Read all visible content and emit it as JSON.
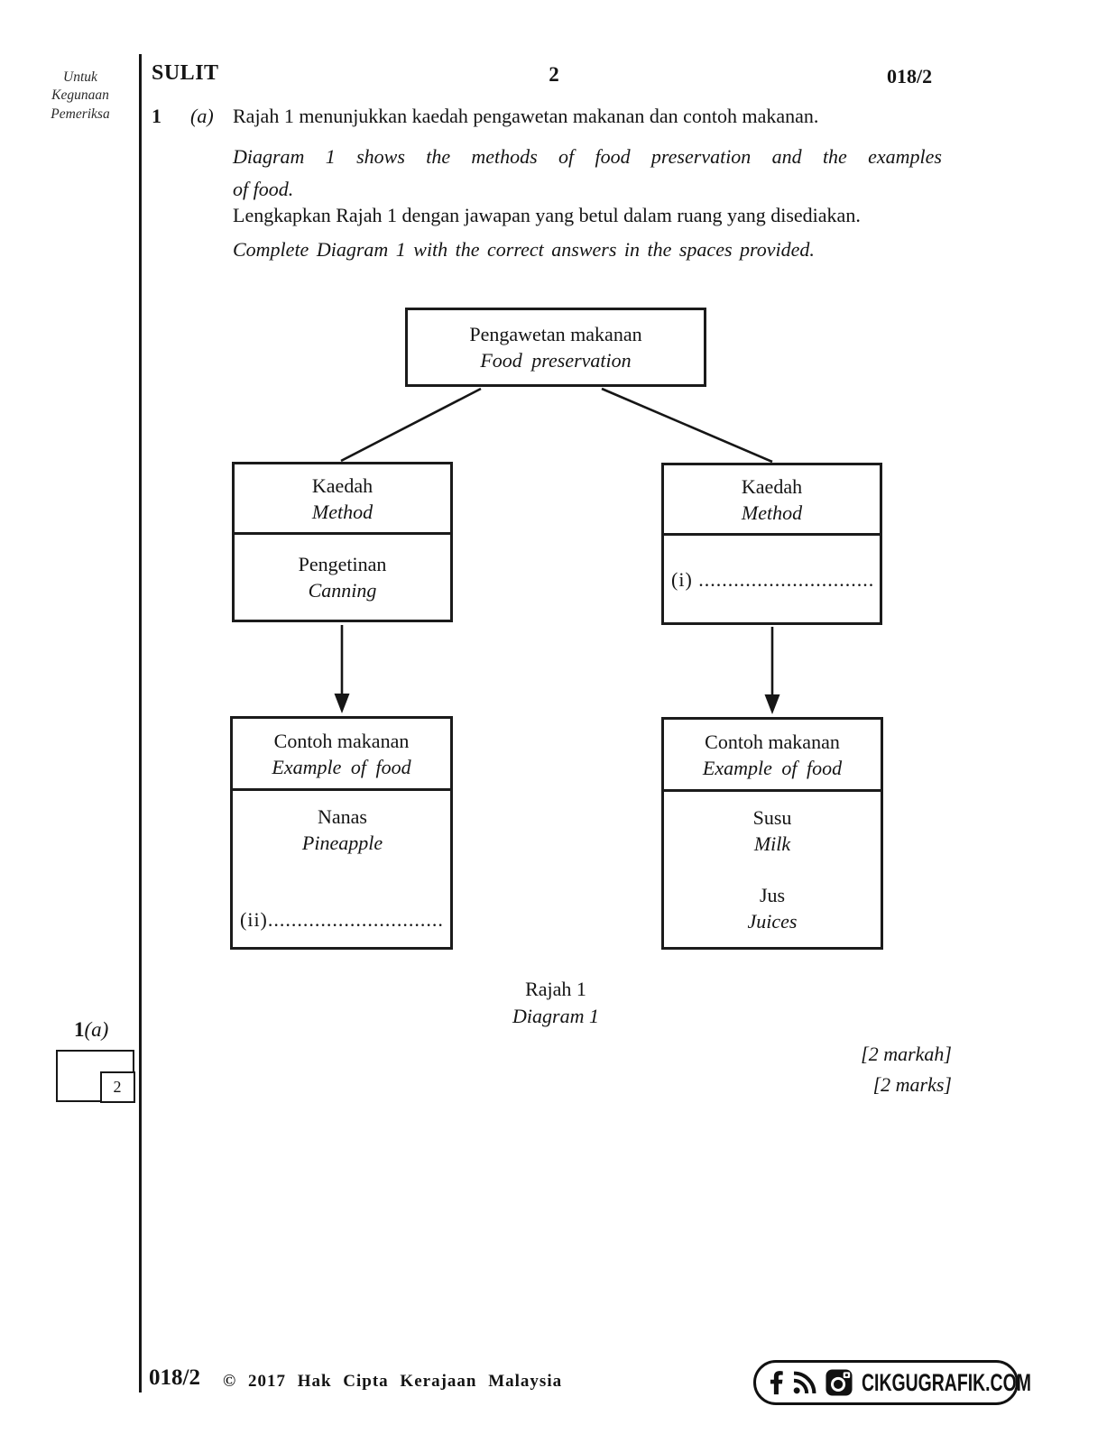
{
  "examiner_note": [
    "Untuk",
    "Kegunaan",
    "Pemeriksa"
  ],
  "header": {
    "confidential": "SULIT",
    "page_number": "2",
    "paper_code": "018/2"
  },
  "question": {
    "number": "1",
    "part": "(a)",
    "malay_1": "Rajah 1 menunjukkan kaedah pengawetan makanan dan contoh makanan.",
    "english_1_line1": "Diagram 1 shows the methods of food preservation and the examples",
    "english_1_line2": "of food.",
    "malay_2": "Lengkapkan Rajah 1 dengan jawapan yang betul dalam ruang yang disediakan.",
    "english_2": "Complete Diagram 1 with the correct answers in the spaces provided."
  },
  "diagram": {
    "root": {
      "title_ms": "Pengawetan makanan",
      "title_en": "Food preservation"
    },
    "method_left": {
      "header_ms": "Kaedah",
      "header_en": "Method",
      "value_ms": "Pengetinan",
      "value_en": "Canning"
    },
    "method_right": {
      "header_ms": "Kaedah",
      "header_en": "Method",
      "answer_blank": "(i) .............................."
    },
    "example_left": {
      "header_ms": "Contoh makanan",
      "header_en": "Example of food",
      "value_ms": "Nanas",
      "value_en": "Pineapple",
      "answer_blank": "(ii)..............................."
    },
    "example_right": {
      "header_ms": "Contoh makanan",
      "header_en": "Example of food",
      "value1_ms": "Susu",
      "value1_en": "Milk",
      "value2_ms": "Jus",
      "value2_en": "Juices"
    },
    "caption_ms": "Rajah 1",
    "caption_en": "Diagram 1"
  },
  "marks": {
    "item_number": "1",
    "item_part": "(a)",
    "score_box_value": "2",
    "marks_ms": "[2 markah]",
    "marks_en": "[2 marks]"
  },
  "footer": {
    "paper_code": "018/2",
    "copyright": "© 2017 Hak Cipta Kerajaan Malaysia",
    "site": "CIKGUGRAFIK.COM"
  }
}
